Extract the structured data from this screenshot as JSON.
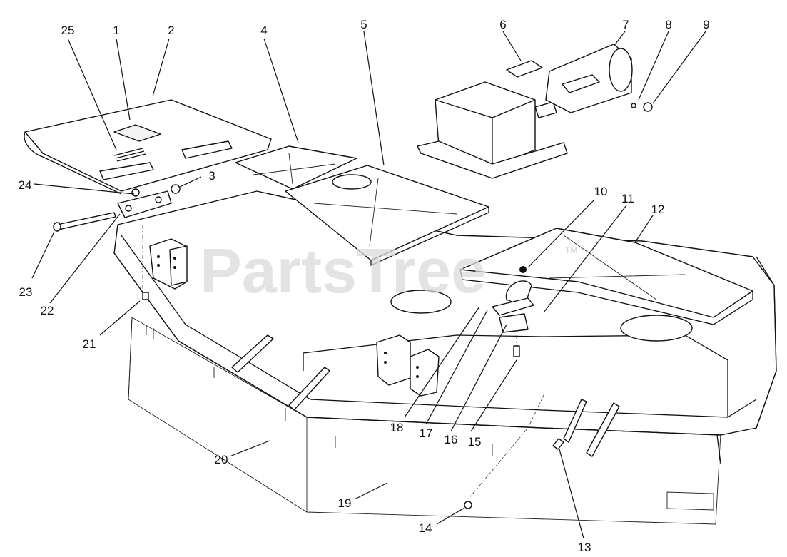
{
  "callouts": [
    "25",
    "1",
    "2",
    "4",
    "5",
    "6",
    "7",
    "8",
    "9",
    "3",
    "24",
    "23",
    "22",
    "21",
    "10",
    "11",
    "12",
    "18",
    "17",
    "16",
    "15",
    "20",
    "19",
    "14",
    "13"
  ],
  "watermark": {
    "text": "PartsTree",
    "trademark": "TM"
  }
}
